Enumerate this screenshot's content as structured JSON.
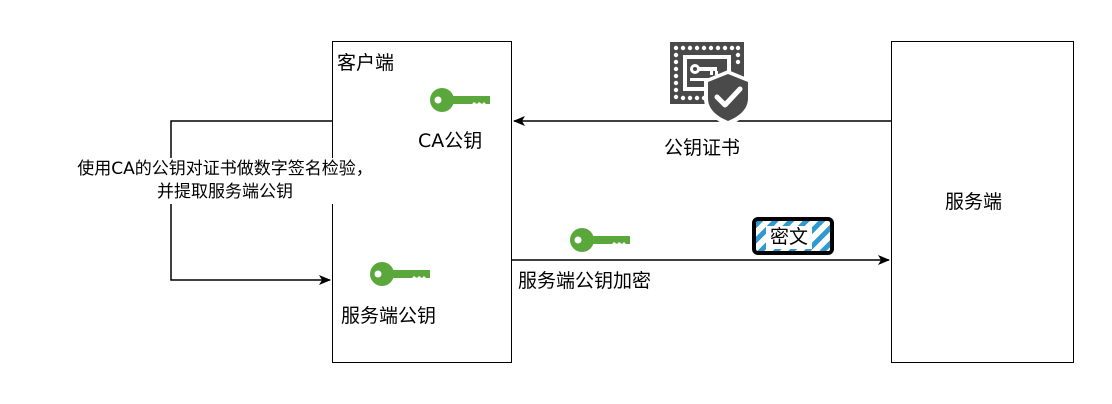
{
  "client": {
    "title": "客户端",
    "ca_key_label": "CA公钥",
    "server_pubkey_label": "服务端公钥"
  },
  "server": {
    "title": "服务端"
  },
  "certificate": {
    "label": "公钥证书",
    "icon": "certificate-shield-icon"
  },
  "verify_note": {
    "line1": "使用CA的公钥对证书做数字签名检验，",
    "line2": "并提取服务端公钥"
  },
  "encrypt": {
    "label": "服务端公钥加密",
    "cipher_text": "密文"
  },
  "colors": {
    "key": "#5aa83c",
    "cipher_stripe": "#2e9ad0",
    "icon": "#4a4a4a"
  }
}
